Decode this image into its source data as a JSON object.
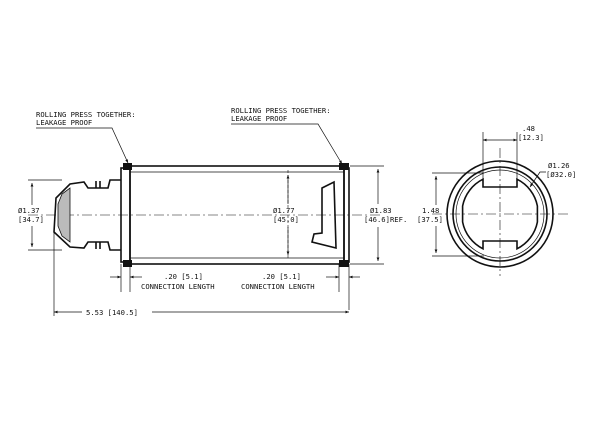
{
  "notes": {
    "left_line1": "ROLLING PRESS TOGETHER:",
    "left_line2": "LEAKAGE PROOF",
    "right_line1": "ROLLING PRESS TOGETHER:",
    "right_line2": "LEAKAGE PROOF"
  },
  "dims": {
    "nozzle_dia_in": "Ø1.37",
    "nozzle_dia_mm": "[34.7]",
    "inner_dia_in": "Ø1.77",
    "inner_dia_mm": "[45.0]",
    "outer_dia_in": "Ø1.83",
    "outer_dia_mm": "[46.6]REF.",
    "conn_left_val": ".20 [5.1]",
    "conn_left_label": "CONNECTION LENGTH",
    "conn_right_val": ".20 [5.1]",
    "conn_right_label": "CONNECTION LENGTH",
    "overall": "5.53 [140.5]",
    "end_height_in": "1.48",
    "end_height_mm": "[37.5]",
    "slot_width_in": ".48",
    "slot_width_mm": "[12.3]",
    "end_dia_in": "Ø1.26",
    "end_dia_mm": "[Ø32.0]"
  }
}
